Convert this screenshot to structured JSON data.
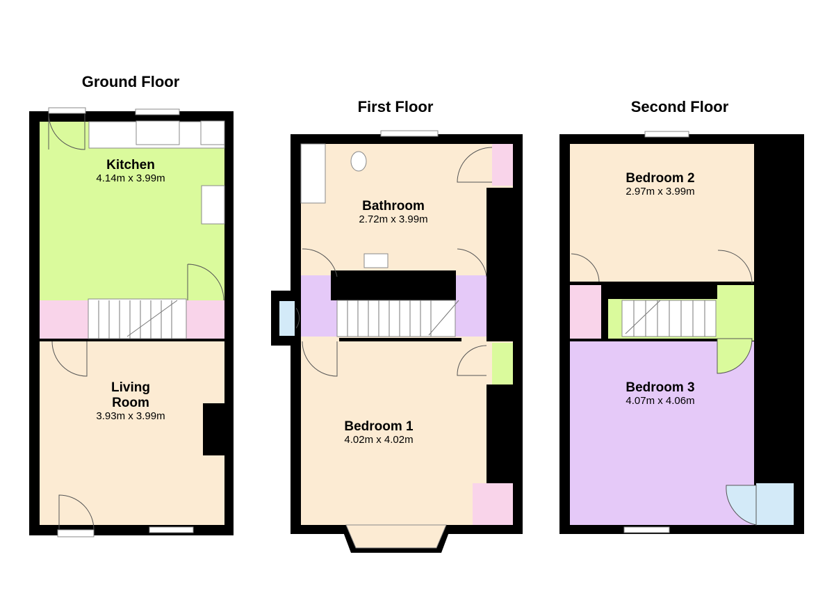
{
  "floors": [
    {
      "title": "Ground Floor",
      "rooms": [
        {
          "name": "Kitchen",
          "dims": "4.14m x 3.99m"
        },
        {
          "name_line1": "Living",
          "name_line2": "Room",
          "dims": "3.93m x 3.99m"
        }
      ]
    },
    {
      "title": "First Floor",
      "rooms": [
        {
          "name": "Bathroom",
          "dims": "2.72m x 3.99m"
        },
        {
          "name": "Bedroom 1",
          "dims": "4.02m x 4.02m"
        }
      ]
    },
    {
      "title": "Second Floor",
      "rooms": [
        {
          "name": "Bedroom 2",
          "dims": "2.97m x 3.99m"
        },
        {
          "name": "Bedroom 3",
          "dims": "4.07m x 4.06m"
        }
      ]
    }
  ],
  "colors": {
    "green": "#dafa9c",
    "pink": "#f9d4ea",
    "beige": "#fcebd3",
    "lavender": "#e5c9f8",
    "blue": "#d3eaf8",
    "wall": "#000000"
  }
}
